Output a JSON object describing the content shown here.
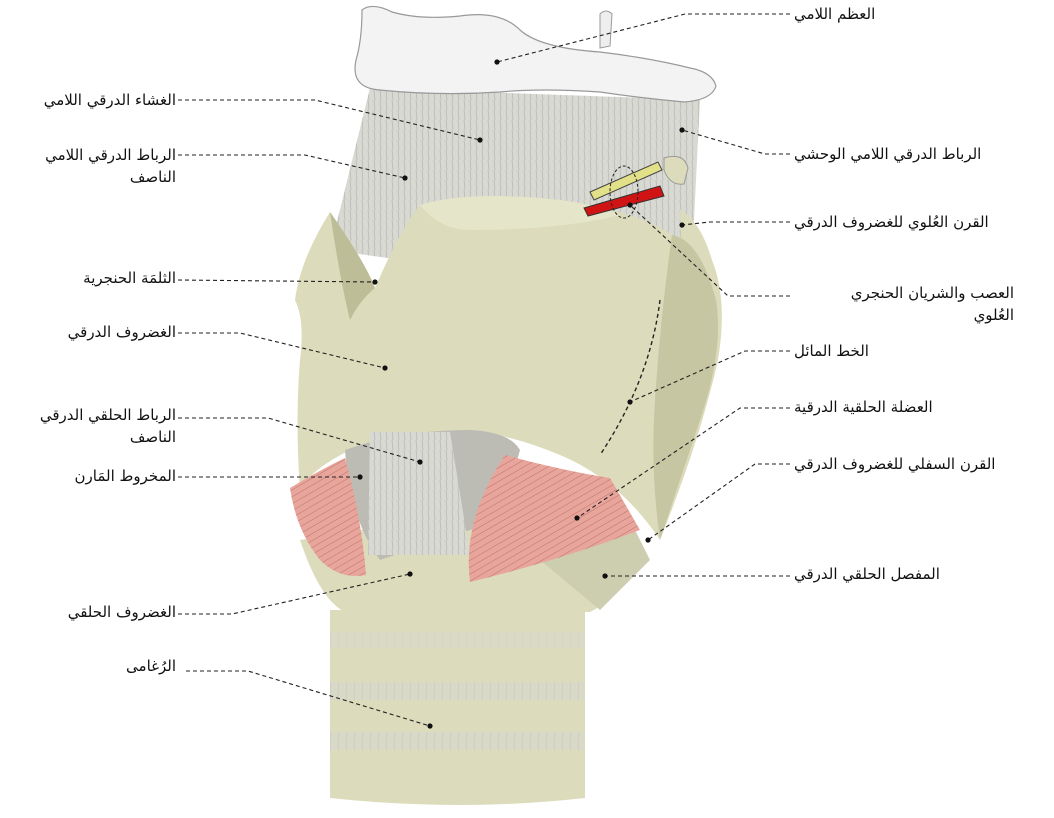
{
  "labels": {
    "hyoid_bone": "العظم اللامي",
    "thyrohyoid_membrane": "الغشاء الدرقي اللامي",
    "median_thyrohyoid_ligament_l1": "الرباط الدرقي اللامي",
    "median_thyrohyoid_ligament_l2": "الناصف",
    "lateral_thyrohyoid_ligament": "الرباط الدرقي اللامي الوحشي",
    "superior_horn": "القرن العُلوي للغضروف الدرقي",
    "laryngeal_notch": "الثلمَة الحنجرية",
    "superior_laryngeal_nerve_artery_l1": "العصب والشريان الحنجري",
    "superior_laryngeal_nerve_artery_l2": "العُلوي",
    "thyroid_cartilage": "الغضروف الدرقي",
    "oblique_line": "الخط المائل",
    "cricothyroid_muscle": "العضلة الحلقية الدرقية",
    "median_cricothyroid_ligament_l1": "الرباط الحلقي الدرقي",
    "median_cricothyroid_ligament_l2": "الناصف",
    "inferior_horn": "القرن السفلي للغضروف الدرقي",
    "conus_elasticus": "المخروط المَارن",
    "cricothyroid_joint": "المفصل الحلقي الدرقي",
    "cricoid_cartilage": "الغضروف الحلقي",
    "trachea": "الرُغامى"
  },
  "colors": {
    "cartilage": "#dcdcbc",
    "cartilage_shadow": "#c3c39e",
    "membrane": "#d9d9d4",
    "bone": "#f2f2f2",
    "muscle": "#e8a59c",
    "nerve": "#e3e08a",
    "artery": "#d01414"
  }
}
